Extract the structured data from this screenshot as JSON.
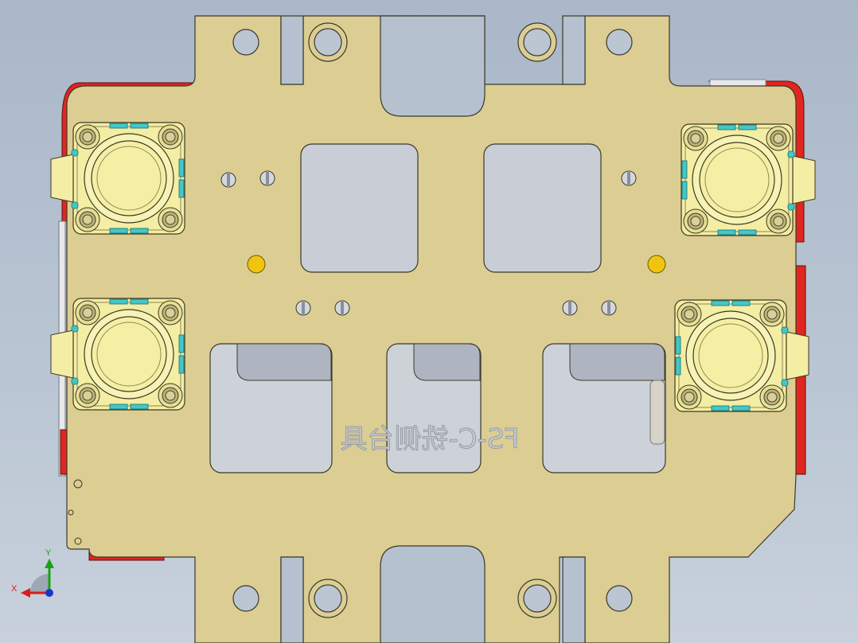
{
  "view": {
    "background_top": "#aab7c8",
    "background_bottom": "#c8d1dc"
  },
  "colors": {
    "plate": "#dccd93",
    "plate_edge": "#3a3a2a",
    "window": "#c9ced6",
    "window_inner": "#aeb5c0",
    "red_edge": "#e0261f",
    "clamp_body": "#f4eda4",
    "clamp_pad": "#43c7c9",
    "locator_pin": "#f1c50f"
  },
  "engraving": {
    "text": "FS-C-铣侧台具"
  },
  "clamps": [
    "top-left",
    "top-right",
    "bottom-left",
    "bottom-right"
  ],
  "axis_triad": {
    "y_label": "Y",
    "x_label": "X",
    "y_color": "#16a316",
    "x_color": "#d62020",
    "z_color": "#1d33c9"
  }
}
